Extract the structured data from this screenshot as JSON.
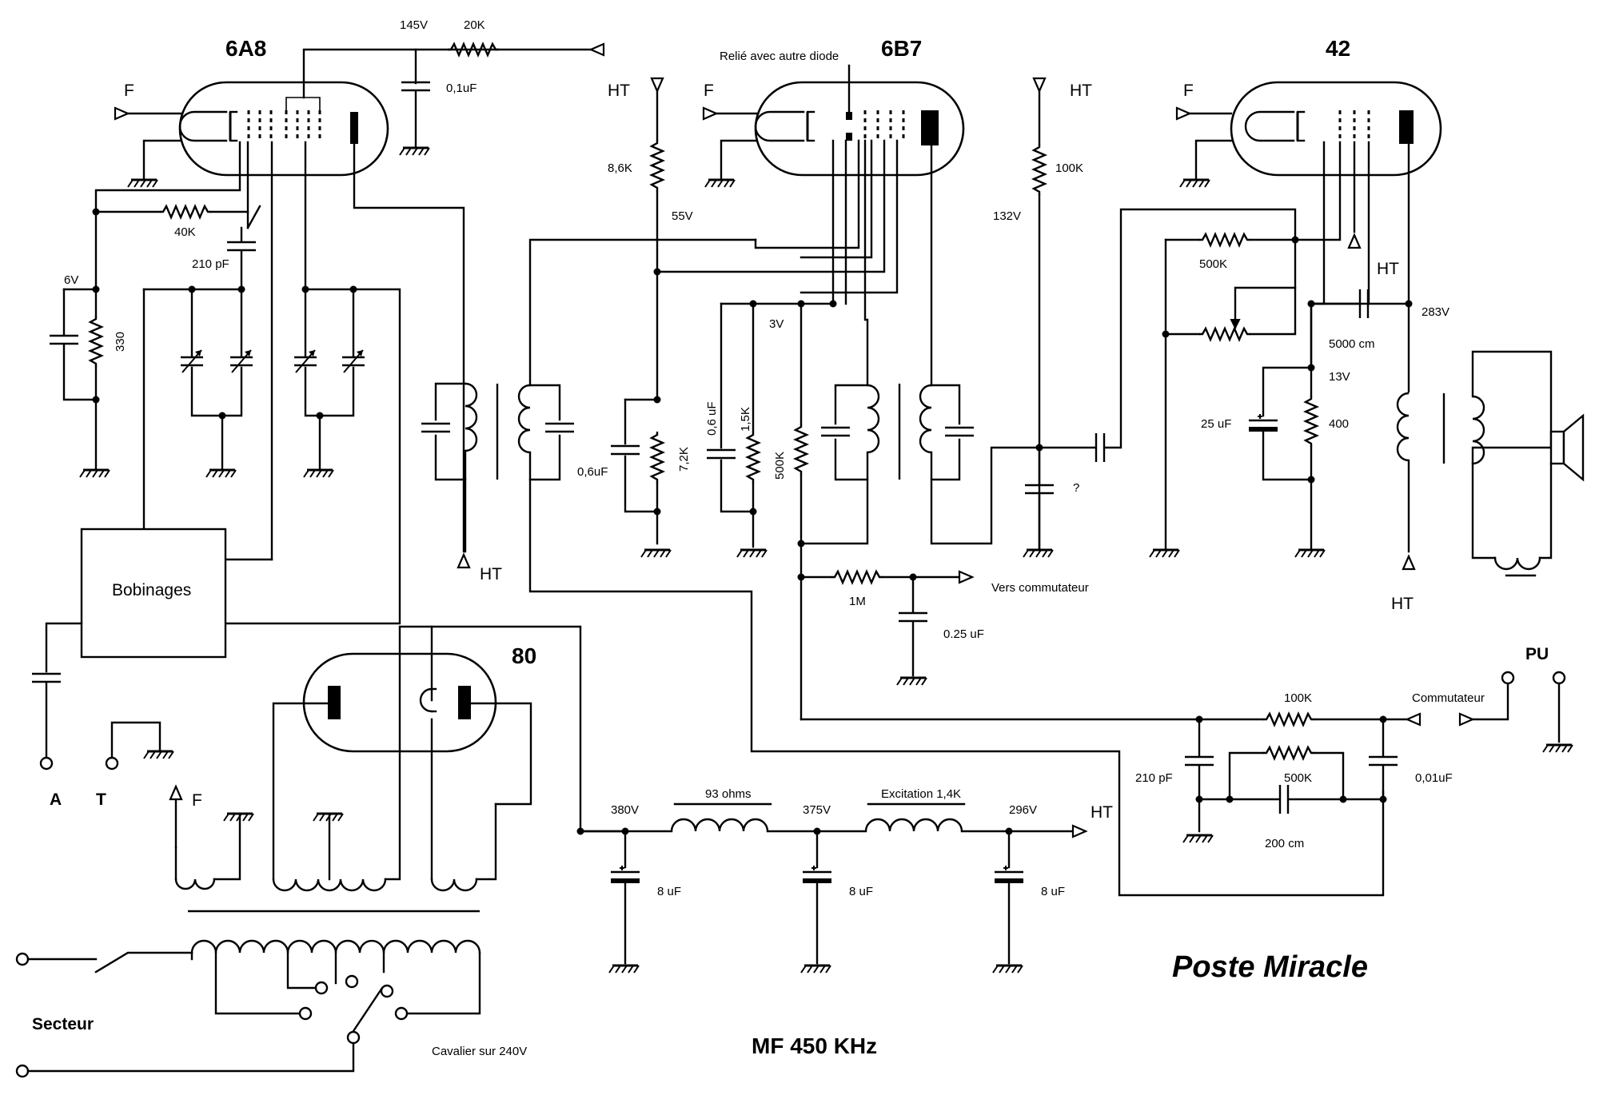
{
  "title": "Poste Miracle",
  "mf": "MF 450 KHz",
  "tubes": {
    "t1": "6A8",
    "t2": "6B7",
    "t3": "42",
    "t4": "80"
  },
  "power": {
    "ht": "HT",
    "f": "F"
  },
  "ht_labels": [
    "HT",
    "HT",
    "HT",
    "HT",
    "HT",
    "HT"
  ],
  "f_labels": [
    "F",
    "F",
    "F",
    "F"
  ],
  "voltages": {
    "v145": "145V",
    "v6": "6V",
    "v55": "55V",
    "v3": "3V",
    "v132": "132V",
    "v283": "283V",
    "v13": "13V",
    "v380": "380V",
    "v375": "375V",
    "v296": "296V"
  },
  "components": {
    "r20k": "20K",
    "c01uf": "0,1uF",
    "r40k": "40K",
    "c210pf": "210 pF",
    "r330": "330",
    "r86k": "8,6K",
    "c06uf_a": "0,6uF",
    "r72k": "7,2K",
    "c06uf_b": "0,6 uF",
    "r15k": "1,5K",
    "r500k_a": "500K",
    "r100k_a": "100K",
    "cq": "?",
    "r500k_b": "500K",
    "c5000": "5000 cm",
    "c25uf": "25 uF",
    "r400": "400",
    "r1m": "1M",
    "c025uf": "0.25 uF",
    "r100k_b": "100K",
    "c210pf_b": "210 pF",
    "r500k_c": "500K",
    "c001uf": "0,01uF",
    "c200cm": "200 cm",
    "l93": "93 ohms",
    "lexc": "Excitation 1,4K",
    "c8uf_1": "8 uF",
    "c8uf_2": "8 uF",
    "c8uf_3": "8 uF"
  },
  "notes": {
    "diode": "Relié avec autre diode",
    "bobinages": "Bobinages",
    "vers": "Vers commutateur",
    "commutateur": "Commutateur",
    "pu": "PU",
    "a": "A",
    "t": "T",
    "secteur": "Secteur",
    "cavalier": "Cavalier sur 240V"
  }
}
